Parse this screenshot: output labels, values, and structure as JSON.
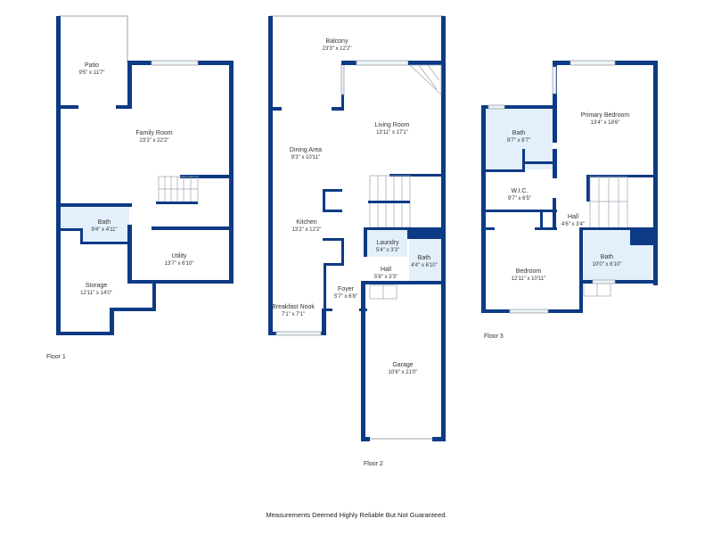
{
  "floors": [
    {
      "label": "Floor 1",
      "rooms": [
        {
          "name": "Patio",
          "dims": "9'5\" x 11'7\""
        },
        {
          "name": "Family Room",
          "dims": "23'3\" x 22'2\""
        },
        {
          "name": "Bath",
          "dims": "9'4\" x 4'11\""
        },
        {
          "name": "Utility",
          "dims": "13'7\" x 6'10\""
        },
        {
          "name": "Storage",
          "dims": "12'11\" x 14'0\""
        }
      ]
    },
    {
      "label": "Floor 2",
      "rooms": [
        {
          "name": "Balcony",
          "dims": "23'3\" x 12'2\""
        },
        {
          "name": "Living Room",
          "dims": "13'11\" x 17'1\""
        },
        {
          "name": "Dining Area",
          "dims": "9'3\" x 10'11\""
        },
        {
          "name": "Kitchen",
          "dims": "13'2\" x 12'2\""
        },
        {
          "name": "Laundry",
          "dims": "5'4\" x 3'3\""
        },
        {
          "name": "Bath",
          "dims": "4'4\" x 6'10\""
        },
        {
          "name": "Hall",
          "dims": "5'8\" x 3'3\""
        },
        {
          "name": "Foyer",
          "dims": "5'7\" x 6'8\""
        },
        {
          "name": "Breakfast Nook",
          "dims": "7'1\" x 7'1\""
        },
        {
          "name": "Garage",
          "dims": "10'6\" x 21'0\""
        }
      ]
    },
    {
      "label": "Floor 3",
      "rooms": [
        {
          "name": "Primary Bedroom",
          "dims": "13'4\" x 18'6\""
        },
        {
          "name": "Bath",
          "dims": "9'7\" x 8'7\""
        },
        {
          "name": "W.I.C.",
          "dims": "9'7\" x 6'5\""
        },
        {
          "name": "Hall",
          "dims": "4'6\" x 3'4\""
        },
        {
          "name": "Bedroom",
          "dims": "12'11\" x 10'11\""
        },
        {
          "name": "Bath",
          "dims": "10'0\" x 6'10\""
        }
      ]
    }
  ],
  "footer": "Measurements Deemed Highly Reliable But Not Guaranteed.",
  "colors": {
    "wall": "#0d3a84",
    "bath_fill": "#e3f0fb"
  }
}
